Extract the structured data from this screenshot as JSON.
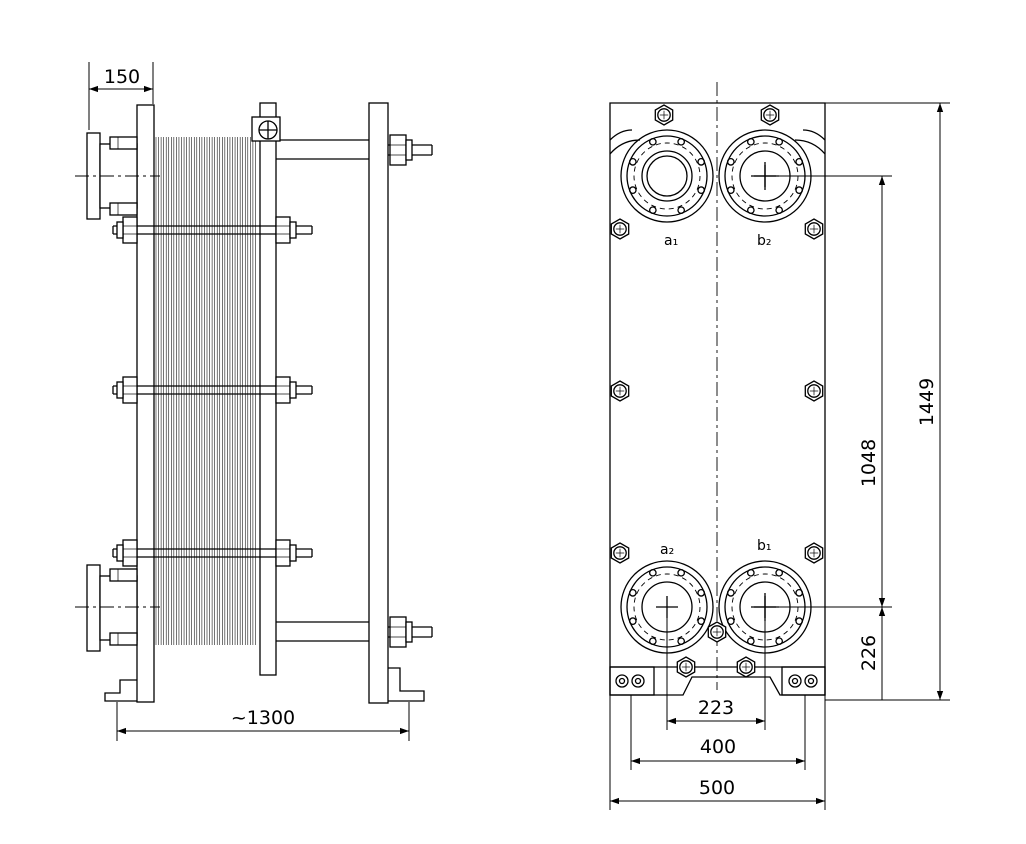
{
  "side_view": {
    "dim_flange": "150",
    "dim_length": "~1300"
  },
  "front_view": {
    "dim_height_total": "1449",
    "dim_port_spacing_vertical": "1048",
    "dim_port_bottom_offset": "226",
    "dim_port_spacing_horizontal": "223",
    "dim_foot_spacing": "400",
    "dim_width": "500",
    "port_labels": {
      "a1": "a₁",
      "b2": "b₂",
      "a2": "a₂",
      "b1": "b₁"
    }
  }
}
